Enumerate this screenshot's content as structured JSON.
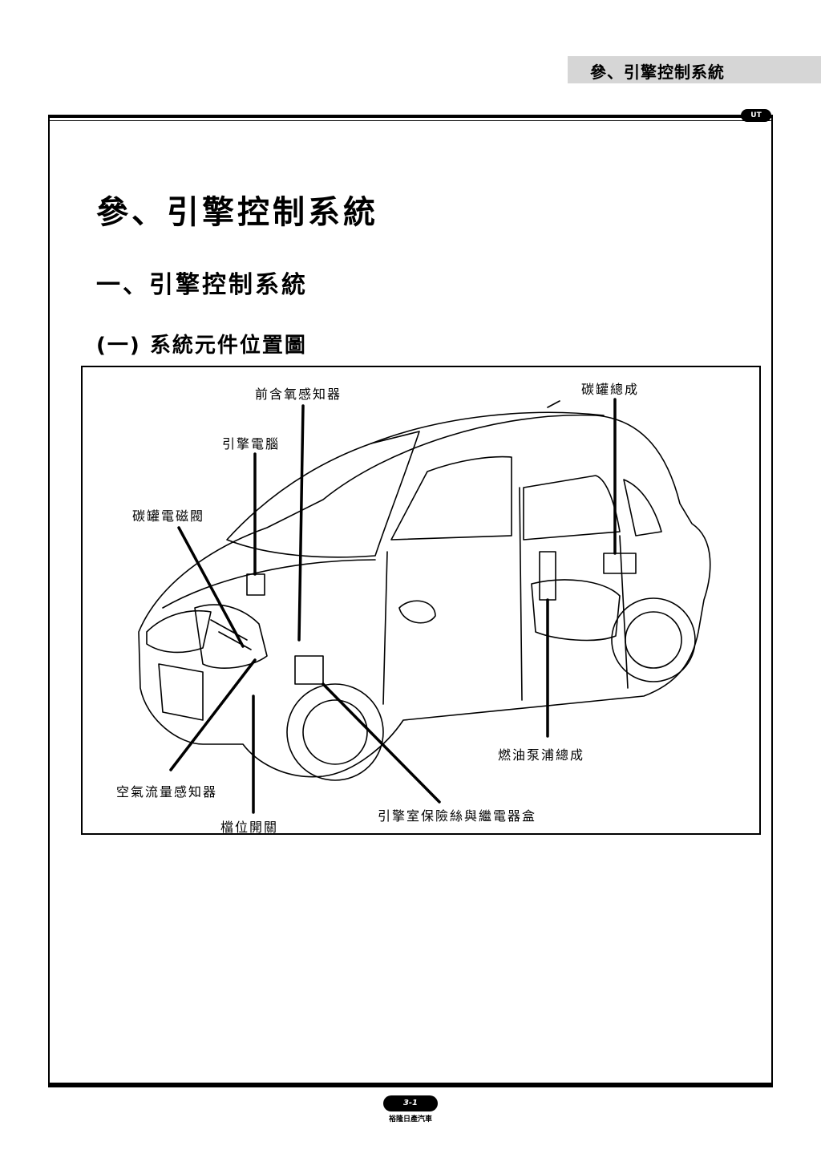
{
  "header": {
    "chapter_tab": "參、引擎控制系統",
    "logo_text": "UT"
  },
  "titles": {
    "main": "參、引擎控制系統",
    "sub": "一、引擎控制系統",
    "section": "(一) 系統元件位置圖"
  },
  "diagram": {
    "labels": {
      "front_o2_sensor": "前含氧感知器",
      "canister_assy": "碳罐總成",
      "ecm": "引擎電腦",
      "canister_solenoid": "碳罐電磁閥",
      "fuel_pump_assy": "燃油泵浦總成",
      "air_flow_sensor": "空氣流量感知器",
      "fuse_relay_box": "引擎室保險絲與繼電器盒",
      "gear_switch": "檔位開關"
    }
  },
  "footer": {
    "page_number": "3-1",
    "caption": "裕隆日產汽車"
  }
}
